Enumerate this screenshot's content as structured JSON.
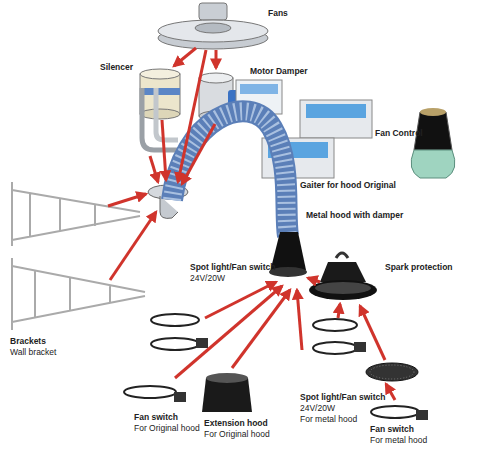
{
  "diagram": {
    "labels": [
      "Fans",
      "Silencer",
      "Motor Damper",
      "Fan Control",
      "Gaiter for hood Original",
      "Metal hood with damper",
      "Spark protection",
      "Spot light/Fan switch",
      "24V/20W",
      "Brackets",
      "Wall bracket",
      "Spot light/Fan switch",
      "24V/20W",
      "For metal hood",
      "Fan switch",
      "For Original hood",
      "Extension hood",
      "For Original hood",
      "Fan switch",
      "For metal hood"
    ]
  }
}
